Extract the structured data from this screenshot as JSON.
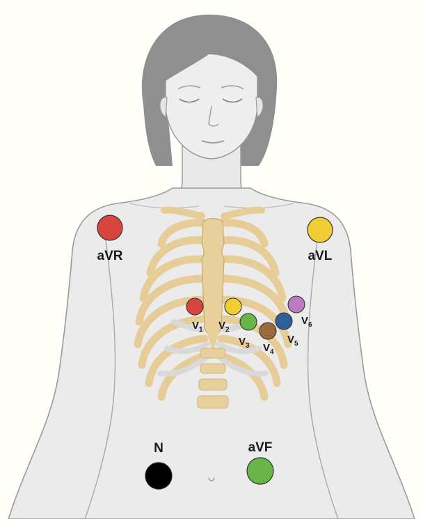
{
  "colors": {
    "background": "#fffef8",
    "body_fill": "#eaeaea",
    "body_stroke": "#9a9a9a",
    "hair": "#8f8f8f",
    "bone": "#ead3a2",
    "bone_dark": "#c9a96c",
    "cartilage": "#d8d8d8"
  },
  "limb_leads": {
    "avr": {
      "label": "aVR",
      "color": "#d9443d"
    },
    "avl": {
      "label": "aVL",
      "color": "#f0cd32"
    },
    "avf": {
      "label": "aVF",
      "color": "#69b54a"
    },
    "n": {
      "label": "N",
      "color": "#000000"
    }
  },
  "chest_leads": {
    "v1": {
      "letter": "V",
      "sub": "1",
      "color": "#d9443d"
    },
    "v2": {
      "letter": "V",
      "sub": "2",
      "color": "#f0cd32"
    },
    "v3": {
      "letter": "V",
      "sub": "3",
      "color": "#69b54a"
    },
    "v4": {
      "letter": "V",
      "sub": "4",
      "color": "#9a6a3c"
    },
    "v5": {
      "letter": "V",
      "sub": "5",
      "color": "#2f5f9a"
    },
    "v6": {
      "letter": "V",
      "sub": "6",
      "color": "#bb7bbf"
    }
  }
}
